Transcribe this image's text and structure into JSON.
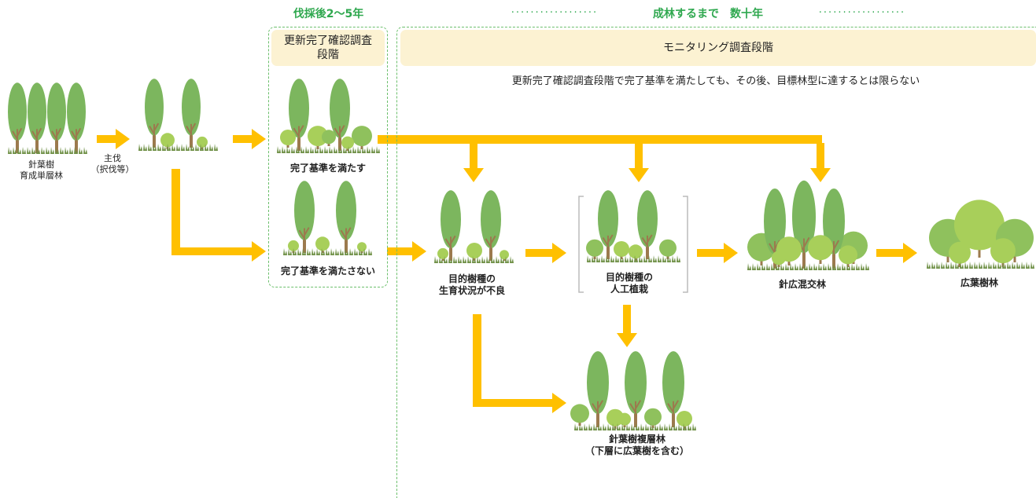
{
  "header": {
    "period_short": "伐採後2～5年",
    "period_long": "成林するまで　数十年"
  },
  "phases": {
    "confirmation": "更新完了確認調査\n段階",
    "monitoring": "モニタリング調査段階"
  },
  "note": "更新完了確認調査段階で完了基準を満たしても、その後、目標林型に達するとは限らない",
  "labels": {
    "conifer_single": [
      "針葉樹",
      "育成単層林"
    ],
    "main_cut": [
      "主伐",
      "（択伐等）"
    ],
    "meets": "完了基準を満たす",
    "not_meets": "完了基準を満たさない",
    "poor_growth": [
      "目的樹種の",
      "生育状況が不良"
    ],
    "planting": [
      "目的樹種の",
      "人工植栽"
    ],
    "mixed": "針広混交林",
    "broadleaf": "広葉樹林",
    "conifer_multi": [
      "針葉樹複層林",
      "（下層に広葉樹を含む）"
    ]
  },
  "colors": {
    "arrow": "#ffc000",
    "conifer": "#7cb65e",
    "broad_light": "#a8cf5a",
    "broad_dark": "#8fc15d",
    "trunk": "#9c7a4e",
    "grass": "#6e8f45",
    "phase_border": "#6cbf6c",
    "phase_head": "#fcf2d2",
    "header_text": "#2fa84f"
  },
  "icons": [
    "conifer-tree-icon",
    "broadleaf-tree-icon",
    "grass-icon",
    "arrow-icon"
  ]
}
